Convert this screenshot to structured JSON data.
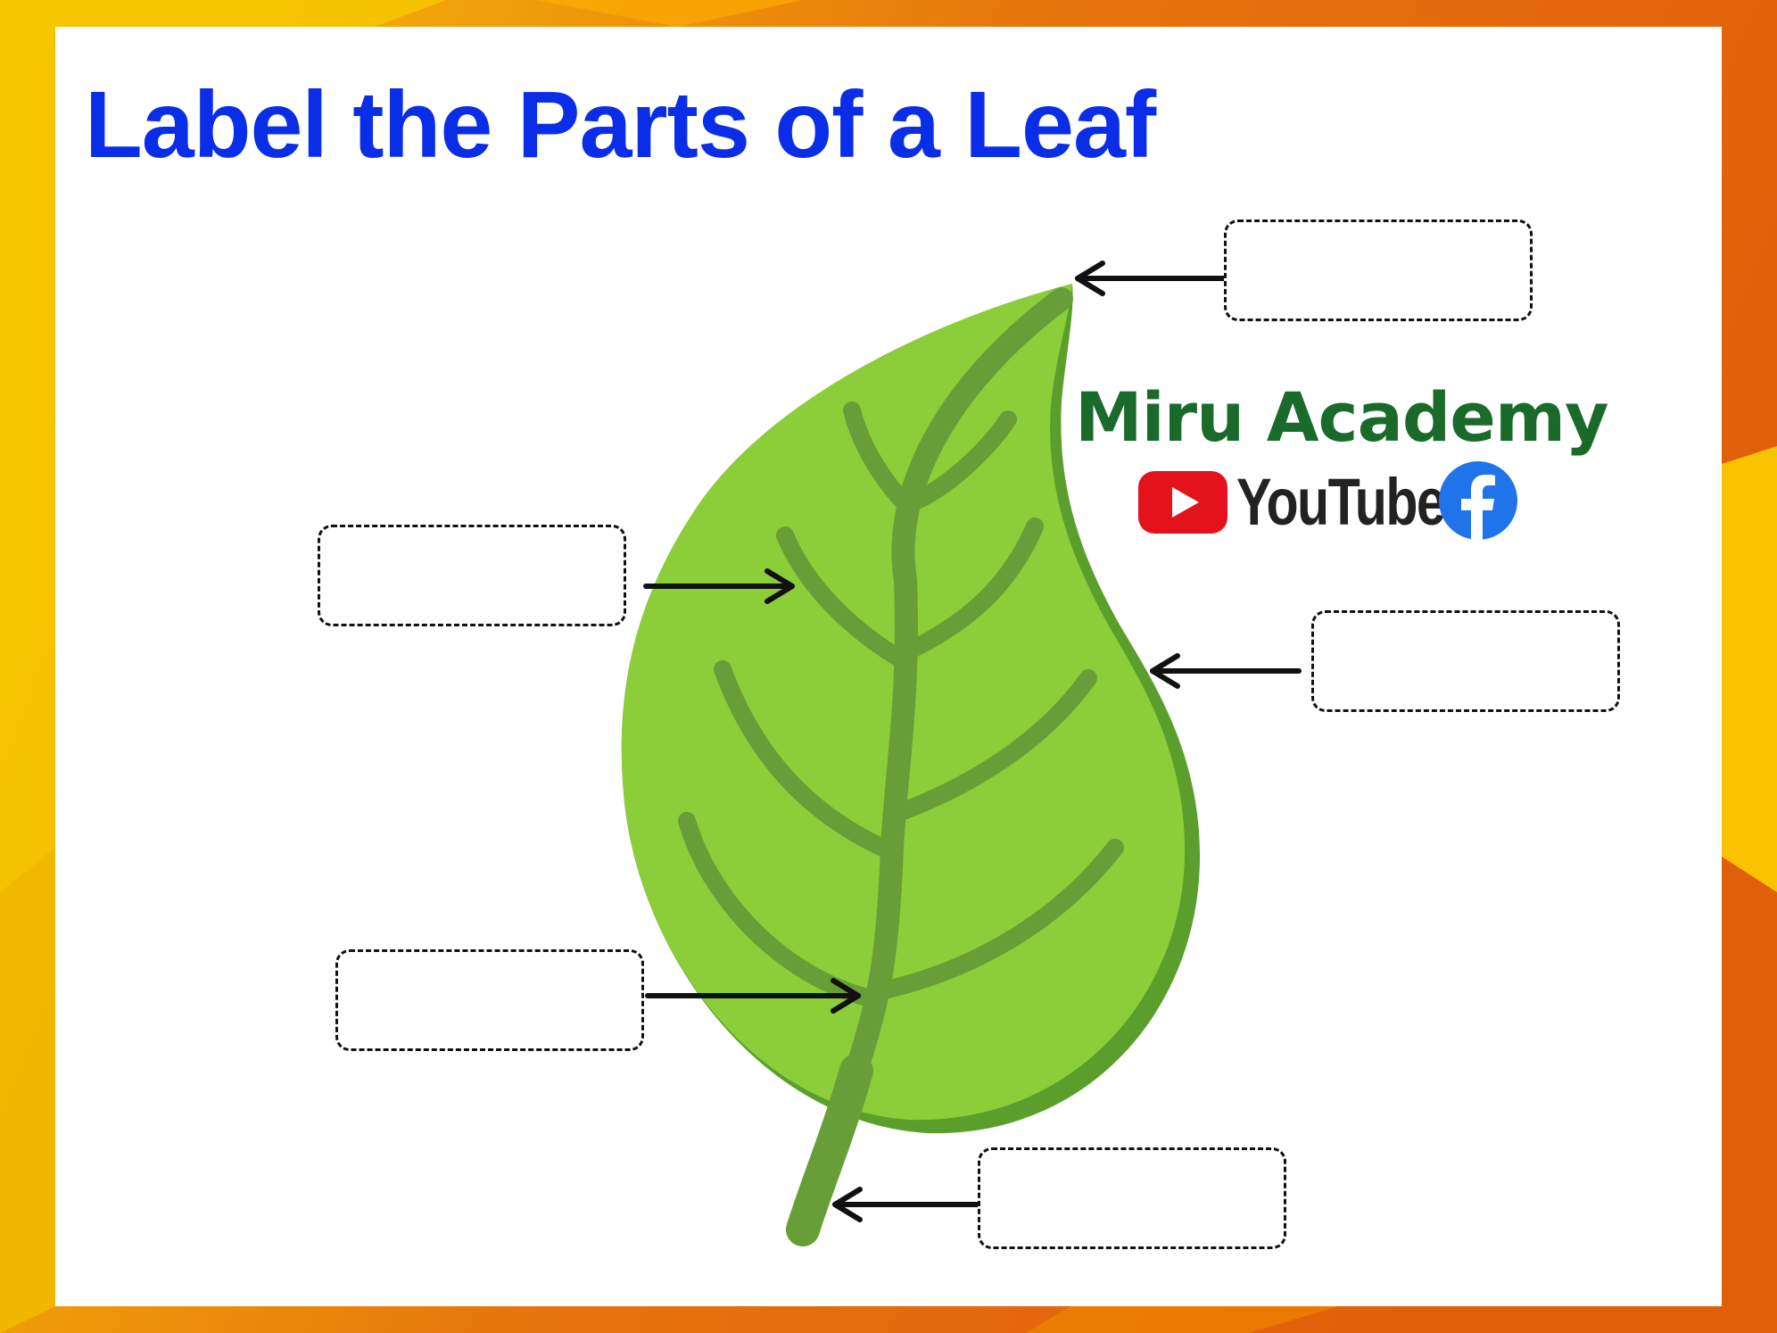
{
  "title": "Label the Parts of a Leaf",
  "brand": {
    "name": "Miru Academy",
    "youtube_text": "YouTube",
    "youtube_icon": "youtube-play-icon",
    "facebook_icon": "facebook-icon"
  },
  "colors": {
    "title": "#0a2de8",
    "brand": "#1a6a2b",
    "leaf_fill": "#8ccd3a",
    "leaf_shadow": "#5c9e2c",
    "leaf_vein": "#679e37",
    "frame_orange": "#e6740c",
    "frame_yellow": "#f8c200"
  },
  "label_boxes": [
    {
      "target": "tip",
      "text": ""
    },
    {
      "target": "vein",
      "text": ""
    },
    {
      "target": "margin",
      "text": ""
    },
    {
      "target": "midrib",
      "text": ""
    },
    {
      "target": "petiole",
      "text": ""
    }
  ]
}
